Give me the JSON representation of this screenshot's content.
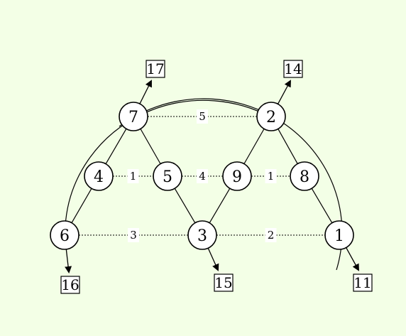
{
  "nodes": [
    {
      "id": "n7",
      "label": "7"
    },
    {
      "id": "n2",
      "label": "2"
    },
    {
      "id": "n4",
      "label": "4"
    },
    {
      "id": "n5",
      "label": "5"
    },
    {
      "id": "n9",
      "label": "9"
    },
    {
      "id": "n8",
      "label": "8"
    },
    {
      "id": "n6",
      "label": "6"
    },
    {
      "id": "n3",
      "label": "3"
    },
    {
      "id": "n1",
      "label": "1"
    }
  ],
  "solid_edges": [
    [
      "n7",
      "n4"
    ],
    [
      "n7",
      "n5"
    ],
    [
      "n2",
      "n9"
    ],
    [
      "n2",
      "n8"
    ],
    [
      "n4",
      "n6"
    ],
    [
      "n5",
      "n3"
    ],
    [
      "n9",
      "n3"
    ],
    [
      "n8",
      "n1"
    ]
  ],
  "dotted_edges": [
    {
      "from": "n7",
      "to": "n2",
      "label": "5"
    },
    {
      "from": "n4",
      "to": "n5",
      "label": "1"
    },
    {
      "from": "n5",
      "to": "n9",
      "label": "4"
    },
    {
      "from": "n9",
      "to": "n8",
      "label": "1"
    },
    {
      "from": "n6",
      "to": "n3",
      "label": "3"
    },
    {
      "from": "n3",
      "to": "n1",
      "label": "2"
    }
  ],
  "outputs": [
    {
      "from": "n7",
      "label": "17"
    },
    {
      "from": "n2",
      "label": "14"
    },
    {
      "from": "n6",
      "label": "16"
    },
    {
      "from": "n3",
      "label": "15"
    },
    {
      "from": "n1",
      "label": "11"
    }
  ]
}
